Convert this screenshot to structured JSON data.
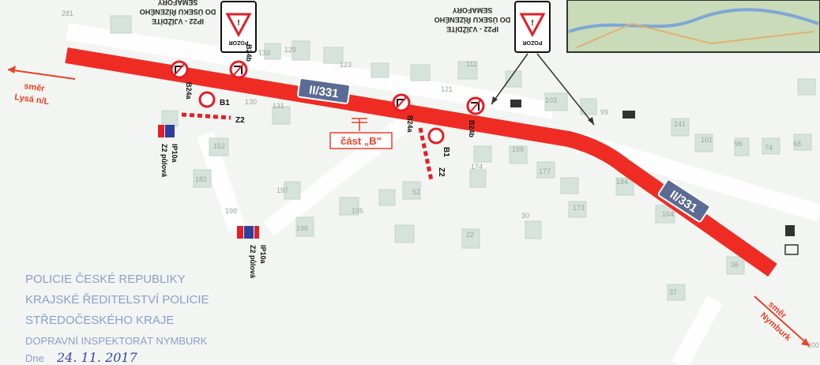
{
  "road_label": "II/331",
  "direction_lysa": {
    "line1": "směr",
    "line2": "Lysá n/L"
  },
  "direction_nymburk": {
    "line1": "směr",
    "line2": "Nymburk"
  },
  "section_label": "část „B\"",
  "sign_ip22": {
    "header": "POZOR",
    "line1": "IP22 - VJÍŽDÍTE",
    "line2": "DO ÚSEKU ŘÍZENÉHO",
    "line3": "SEMAFORY"
  },
  "signs": {
    "b24a": "B24a",
    "b24b": "B24b",
    "b1": "B1",
    "z2": "Z2",
    "ip10a": "IP10a",
    "z2_half": "Z2 půlová"
  },
  "house_numbers": [
    "281",
    "133",
    "129",
    "123",
    "111",
    "121",
    "103",
    "99",
    "141",
    "101",
    "96",
    "74",
    "68",
    "131",
    "130",
    "199",
    "177",
    "152",
    "182",
    "197",
    "195",
    "196",
    "198",
    "174",
    "52",
    "184",
    "173",
    "164",
    "36",
    "37",
    "200",
    "30",
    "22"
  ],
  "stamp": {
    "line1": "POLICIE ČESKÉ REPUBLIKY",
    "line2": "KRAJSKÉ ŘEDITELSTVÍ POLICIE",
    "line3": "STŘEDOČESKÉHO KRAJE",
    "line4": "DOPRAVNÍ INSPEKTORÁT NYMBURK",
    "line5_prefix": "Dne",
    "signature_date": "24. 11. 2017"
  },
  "colors": {
    "road": "#ee2c24",
    "road_label_bg": "#5b6b94",
    "direction_text": "#e8412a",
    "sign_red": "#e21f26",
    "stamp_blue": "#7b8fc4"
  }
}
